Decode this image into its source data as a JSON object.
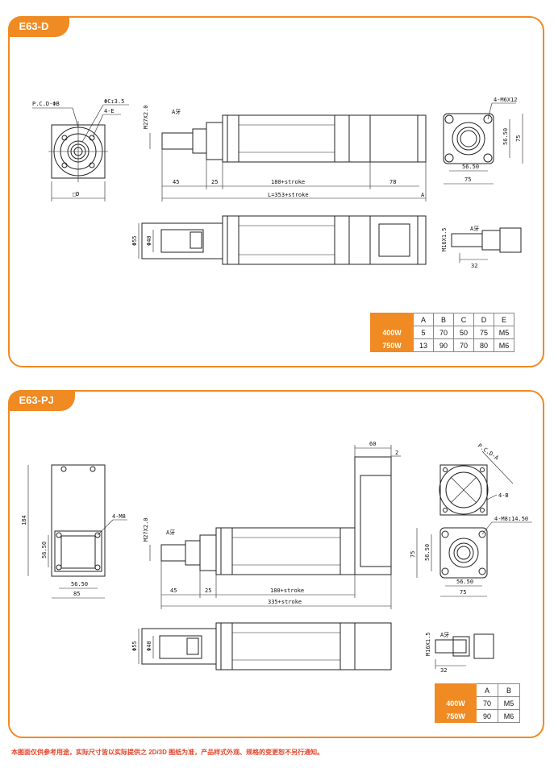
{
  "sections": [
    {
      "title": "E63-D"
    },
    {
      "title": "E63-PJ"
    }
  ],
  "d_labels": {
    "pcd": "P.C.D-ΦB",
    "c_depth": "ΦC↧3.5",
    "four_e": "4-E",
    "square_d": "□D",
    "thread": "M27X2.0",
    "a_thread": "A牙",
    "dim_45": "45",
    "dim_25": "25",
    "stroke_180": "180+stroke",
    "dim_78": "78",
    "total_len": "L=353+stroke",
    "a_mark": "A",
    "m6": "4-M6X12",
    "d5650": "56.50",
    "d75": "75",
    "phi55": "Φ55",
    "phi40": "Φ40",
    "m16": "M16X1.5",
    "m16_a": "A牙",
    "d32": "32"
  },
  "d_table": {
    "headers": [
      "A",
      "B",
      "C",
      "D",
      "E"
    ],
    "rows": [
      {
        "model": "400W",
        "values": [
          "5",
          "70",
          "50",
          "75",
          "M5"
        ]
      },
      {
        "model": "750W",
        "values": [
          "13",
          "90",
          "70",
          "80",
          "M6"
        ]
      }
    ]
  },
  "pj_labels": {
    "d184": "184",
    "four_m8": "4-M8",
    "d5650": "56.50",
    "d85": "85",
    "thread": "M27X2.0",
    "a_thread": "A牙",
    "d60": "60",
    "d2": "2",
    "dim_45": "45",
    "dim_25": "25",
    "stroke_180": "180+stroke",
    "total_len": "335+stroke",
    "pcd_a": "P.C.D-A",
    "four_b": "4-B",
    "m8_depth": "4-M8↧14.50",
    "d75": "75",
    "phi55": "Φ55",
    "phi40": "Φ40",
    "m16": "M16X1.5",
    "m16_a": "A牙",
    "d32": "32"
  },
  "pj_table": {
    "headers": [
      "A",
      "B"
    ],
    "rows": [
      {
        "model": "400W",
        "values": [
          "70",
          "M5"
        ]
      },
      {
        "model": "750W",
        "values": [
          "90",
          "M6"
        ]
      }
    ]
  },
  "footer": "本图面仅供参考用途，实际尺寸皆以实际提供之 2D/3D 图纸为准，产品样式外观、规格的变更恕不另行通知。"
}
